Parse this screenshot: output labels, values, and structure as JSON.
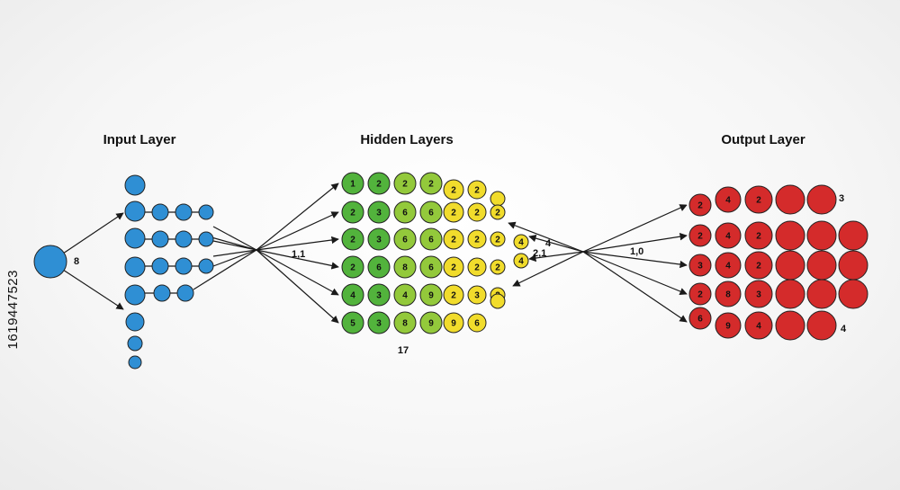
{
  "titles": {
    "input": "Input Layer",
    "hidden": "Hidden Layers",
    "output": "Output Layer"
  },
  "colors": {
    "input_node": "#2f8fd4",
    "hidden_green_dark": "#52b33c",
    "hidden_green_light": "#93c93b",
    "hidden_yellow": "#f1dc2c",
    "output_red": "#d42b2b",
    "edge": "#1a1a1a"
  },
  "edge_labels": {
    "input_to_layers": "8",
    "layers_to_hidden": "1,1",
    "hidden_right_top": "4",
    "hidden_right_mid": "2,1",
    "output_to_hidden": "1,0",
    "hidden_bottom": "17",
    "output_top": "3",
    "output_bottom": "4"
  },
  "hidden_nodes": [
    [
      "1",
      "2",
      "2",
      "2",
      "2",
      "2",
      ""
    ],
    [
      "2",
      "3",
      "6",
      "6",
      "2",
      "2",
      "2"
    ],
    [
      "2",
      "3",
      "6",
      "6",
      "2",
      "2",
      "2"
    ],
    [
      "2",
      "6",
      "8",
      "6",
      "2",
      "2",
      "2"
    ],
    [
      "4",
      "3",
      "4",
      "9",
      "2",
      "3",
      "2"
    ],
    [
      "5",
      "3",
      "8",
      "9",
      "9",
      "6",
      ""
    ]
  ],
  "hidden_right_nodes": [
    "4",
    "4"
  ],
  "output_nodes": [
    [
      "2",
      "4",
      "2",
      "",
      ""
    ],
    [
      "2",
      "4",
      "2",
      "",
      "",
      ""
    ],
    [
      "3",
      "4",
      "2",
      "",
      "",
      ""
    ],
    [
      "2",
      "8",
      "3",
      "",
      "",
      ""
    ],
    [
      "6",
      "9",
      "4",
      "",
      ""
    ]
  ],
  "watermark_id": "1619447523"
}
